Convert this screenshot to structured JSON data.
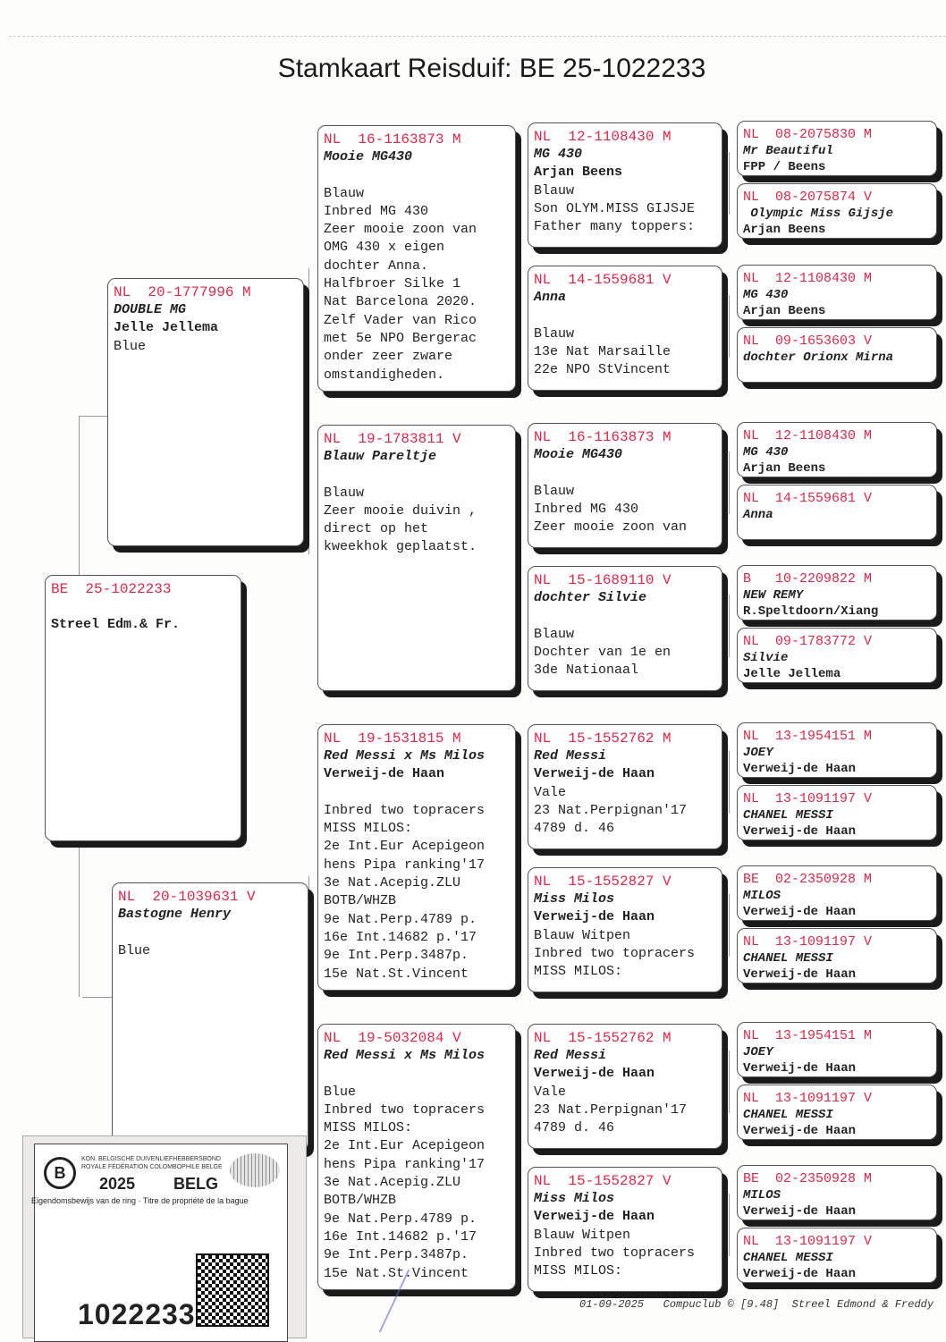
{
  "title": "Stamkaart Reisduif: BE  25-1022233",
  "footer": "01-09-2025   Compuclub © [9.48]  Streel Edmond & Freddy",
  "ring_card": {
    "federation_nl": "KON. BELGISCHE DUIVENLIEFHEBBERSBOND",
    "federation_fr": "ROYALE FÉDÉRATION COLOMBOPHILE BELGE",
    "year": "2025",
    "country": "BELG",
    "ownership": "Eigendomsbewijs van de ring · Titre de propriété de la bague",
    "number": "1022233"
  },
  "cards": [
    {
      "ring": "BE  25-1022233",
      "lines": [
        {
          "t": "",
          "s": "ln"
        },
        {
          "t": "Streel Edm.& Fr.",
          "s": "owner"
        }
      ]
    },
    {
      "ring": "NL  20-1777996 M",
      "lines": [
        {
          "t": "DOUBLE MG",
          "s": "name"
        },
        {
          "t": "Jelle Jellema",
          "s": "owner"
        },
        {
          "t": "Blue",
          "s": "ln"
        }
      ]
    },
    {
      "ring": "NL  20-1039631 V",
      "lines": [
        {
          "t": "Bastogne Henry",
          "s": "name"
        },
        {
          "t": "",
          "s": "ln"
        },
        {
          "t": "Blue",
          "s": "ln"
        }
      ]
    },
    {
      "ring": "NL  16-1163873 M",
      "lines": [
        {
          "t": "Mooie MG430",
          "s": "name"
        },
        {
          "t": "",
          "s": "ln"
        },
        {
          "t": "Blauw",
          "s": "ln"
        },
        {
          "t": "Inbred MG 430",
          "s": "ln"
        },
        {
          "t": "Zeer mooie zoon van",
          "s": "ln"
        },
        {
          "t": "OMG 430 x eigen",
          "s": "ln"
        },
        {
          "t": "dochter Anna.",
          "s": "ln"
        },
        {
          "t": "Halfbroer Silke 1",
          "s": "ln"
        },
        {
          "t": "Nat Barcelona 2020.",
          "s": "ln"
        },
        {
          "t": "Zelf Vader van Rico",
          "s": "ln"
        },
        {
          "t": "met 5e NPO Bergerac",
          "s": "ln"
        },
        {
          "t": "onder zeer zware",
          "s": "ln"
        },
        {
          "t": "omstandigheden.",
          "s": "ln"
        }
      ]
    },
    {
      "ring": "NL  19-1783811 V",
      "lines": [
        {
          "t": "Blauw Pareltje",
          "s": "name"
        },
        {
          "t": "",
          "s": "ln"
        },
        {
          "t": "Blauw",
          "s": "ln"
        },
        {
          "t": "Zeer mooie duivin ,",
          "s": "ln"
        },
        {
          "t": "direct op het",
          "s": "ln"
        },
        {
          "t": "kweekhok geplaatst.",
          "s": "ln"
        }
      ]
    },
    {
      "ring": "NL  19-1531815 M",
      "lines": [
        {
          "t": "Red Messi x Ms Milos",
          "s": "name"
        },
        {
          "t": "Verweij-de Haan",
          "s": "owner"
        },
        {
          "t": "",
          "s": "ln"
        },
        {
          "t": "Inbred two topracers",
          "s": "ln"
        },
        {
          "t": "MISS MILOS:",
          "s": "ln"
        },
        {
          "t": "2e Int.Eur Acepigeon",
          "s": "ln"
        },
        {
          "t": "hens Pipa ranking'17",
          "s": "ln"
        },
        {
          "t": "3e Nat.Acepig.ZLU",
          "s": "ln"
        },
        {
          "t": "BOTB/WHZB",
          "s": "ln"
        },
        {
          "t": "9e Nat.Perp.4789 p.",
          "s": "ln"
        },
        {
          "t": "16e Int.14682 p.'17",
          "s": "ln"
        },
        {
          "t": "9e Int.Perp.3487p.",
          "s": "ln"
        },
        {
          "t": "15e Nat.St.Vincent",
          "s": "ln"
        }
      ]
    },
    {
      "ring": "NL  19-5032084 V",
      "lines": [
        {
          "t": "Red Messi x Ms Milos",
          "s": "name"
        },
        {
          "t": "",
          "s": "ln"
        },
        {
          "t": "Blue",
          "s": "ln"
        },
        {
          "t": "Inbred two topracers",
          "s": "ln"
        },
        {
          "t": "MISS MILOS:",
          "s": "ln"
        },
        {
          "t": "2e Int.Eur Acepigeon",
          "s": "ln"
        },
        {
          "t": "hens Pipa ranking'17",
          "s": "ln"
        },
        {
          "t": "3e Nat.Acepig.ZLU",
          "s": "ln"
        },
        {
          "t": "BOTB/WHZB",
          "s": "ln"
        },
        {
          "t": "9e Nat.Perp.4789 p.",
          "s": "ln"
        },
        {
          "t": "16e Int.14682 p.'17",
          "s": "ln"
        },
        {
          "t": "9e Int.Perp.3487p.",
          "s": "ln"
        },
        {
          "t": "15e Nat.St.Vincent",
          "s": "ln"
        }
      ]
    },
    {
      "ring": "NL  12-1108430 M",
      "lines": [
        {
          "t": "MG 430",
          "s": "name"
        },
        {
          "t": "Arjan Beens",
          "s": "owner"
        },
        {
          "t": "Blauw",
          "s": "ln"
        },
        {
          "t": "Son OLYM.MISS GIJSJE",
          "s": "ln"
        },
        {
          "t": "Father many toppers:",
          "s": "ln"
        }
      ]
    },
    {
      "ring": "NL  14-1559681 V",
      "lines": [
        {
          "t": "Anna",
          "s": "name"
        },
        {
          "t": "",
          "s": "ln"
        },
        {
          "t": "Blauw",
          "s": "ln"
        },
        {
          "t": "13e Nat Marsaille",
          "s": "ln"
        },
        {
          "t": "22e NPO StVincent",
          "s": "ln"
        }
      ]
    },
    {
      "ring": "NL  16-1163873 M",
      "lines": [
        {
          "t": "Mooie MG430",
          "s": "name"
        },
        {
          "t": "",
          "s": "ln"
        },
        {
          "t": "Blauw",
          "s": "ln"
        },
        {
          "t": "Inbred MG 430",
          "s": "ln"
        },
        {
          "t": "Zeer mooie zoon van",
          "s": "ln"
        }
      ]
    },
    {
      "ring": "NL  15-1689110 V",
      "lines": [
        {
          "t": "dochter Silvie",
          "s": "name"
        },
        {
          "t": "",
          "s": "ln"
        },
        {
          "t": "Blauw",
          "s": "ln"
        },
        {
          "t": "Dochter van 1e en",
          "s": "ln"
        },
        {
          "t": "3de Nationaal",
          "s": "ln"
        }
      ]
    },
    {
      "ring": "NL  15-1552762 M",
      "lines": [
        {
          "t": "Red Messi",
          "s": "name"
        },
        {
          "t": "Verweij-de Haan",
          "s": "owner"
        },
        {
          "t": "Vale",
          "s": "ln"
        },
        {
          "t": "23 Nat.Perpignan'17",
          "s": "ln"
        },
        {
          "t": "4789 d. 46",
          "s": "ln"
        }
      ]
    },
    {
      "ring": "NL  15-1552827 V",
      "lines": [
        {
          "t": "Miss Milos",
          "s": "name"
        },
        {
          "t": "Verweij-de Haan",
          "s": "owner"
        },
        {
          "t": "Blauw Witpen",
          "s": "ln"
        },
        {
          "t": "Inbred two topracers",
          "s": "ln"
        },
        {
          "t": "MISS MILOS:",
          "s": "ln"
        }
      ]
    },
    {
      "ring": "NL  15-1552762 M",
      "lines": [
        {
          "t": "Red Messi",
          "s": "name"
        },
        {
          "t": "Verweij-de Haan",
          "s": "owner"
        },
        {
          "t": "Vale",
          "s": "ln"
        },
        {
          "t": "23 Nat.Perpignan'17",
          "s": "ln"
        },
        {
          "t": "4789 d. 46",
          "s": "ln"
        }
      ]
    },
    {
      "ring": "NL  15-1552827 V",
      "lines": [
        {
          "t": "Miss Milos",
          "s": "name"
        },
        {
          "t": "Verweij-de Haan",
          "s": "owner"
        },
        {
          "t": "Blauw Witpen",
          "s": "ln"
        },
        {
          "t": "Inbred two topracers",
          "s": "ln"
        },
        {
          "t": "MISS MILOS:",
          "s": "ln"
        }
      ]
    },
    {
      "ring": "NL  08-2075830 M",
      "lines": [
        {
          "t": "Mr Beautiful",
          "s": "name"
        },
        {
          "t": "FPP / Beens",
          "s": "owner"
        }
      ]
    },
    {
      "ring": "NL  08-2075874 V",
      "lines": [
        {
          "t": " Olympic Miss Gijsje",
          "s": "name"
        },
        {
          "t": "Arjan Beens",
          "s": "owner"
        }
      ]
    },
    {
      "ring": "NL  12-1108430 M",
      "lines": [
        {
          "t": "MG 430",
          "s": "name"
        },
        {
          "t": "Arjan Beens",
          "s": "owner"
        }
      ]
    },
    {
      "ring": "NL  09-1653603 V",
      "lines": [
        {
          "t": "dochter Orionx Mirna",
          "s": "name"
        }
      ]
    },
    {
      "ring": "NL  12-1108430 M",
      "lines": [
        {
          "t": "MG 430",
          "s": "name"
        },
        {
          "t": "Arjan Beens",
          "s": "owner"
        }
      ]
    },
    {
      "ring": "NL  14-1559681 V",
      "lines": [
        {
          "t": "Anna",
          "s": "name"
        }
      ]
    },
    {
      "ring": "B   10-2209822 M",
      "lines": [
        {
          "t": "NEW REMY",
          "s": "name"
        },
        {
          "t": "R.Speltdoorn/Xiang",
          "s": "owner"
        }
      ]
    },
    {
      "ring": "NL  09-1783772 V",
      "lines": [
        {
          "t": "Silvie",
          "s": "name"
        },
        {
          "t": "Jelle Jellema",
          "s": "owner"
        }
      ]
    },
    {
      "ring": "NL  13-1954151 M",
      "lines": [
        {
          "t": "JOEY",
          "s": "name"
        },
        {
          "t": "Verweij-de Haan",
          "s": "owner"
        }
      ]
    },
    {
      "ring": "NL  13-1091197 V",
      "lines": [
        {
          "t": "CHANEL MESSI",
          "s": "name"
        },
        {
          "t": "Verweij-de Haan",
          "s": "owner"
        }
      ]
    },
    {
      "ring": "BE  02-2350928 M",
      "lines": [
        {
          "t": "MILOS",
          "s": "name"
        },
        {
          "t": "Verweij-de Haan",
          "s": "owner"
        }
      ]
    },
    {
      "ring": "NL  13-1091197 V",
      "lines": [
        {
          "t": "CHANEL MESSI",
          "s": "name"
        },
        {
          "t": "Verweij-de Haan",
          "s": "owner"
        }
      ]
    },
    {
      "ring": "NL  13-1954151 M",
      "lines": [
        {
          "t": "JOEY",
          "s": "name"
        },
        {
          "t": "Verweij-de Haan",
          "s": "owner"
        }
      ]
    },
    {
      "ring": "NL  13-1091197 V",
      "lines": [
        {
          "t": "CHANEL MESSI",
          "s": "name"
        },
        {
          "t": "Verweij-de Haan",
          "s": "owner"
        }
      ]
    },
    {
      "ring": "BE  02-2350928 M",
      "lines": [
        {
          "t": "MILOS",
          "s": "name"
        },
        {
          "t": "Verweij-de Haan",
          "s": "owner"
        }
      ]
    },
    {
      "ring": "NL  13-1091197 V",
      "lines": [
        {
          "t": "CHANEL MESSI",
          "s": "name"
        },
        {
          "t": "Verweij-de Haan",
          "s": "owner"
        }
      ]
    }
  ]
}
